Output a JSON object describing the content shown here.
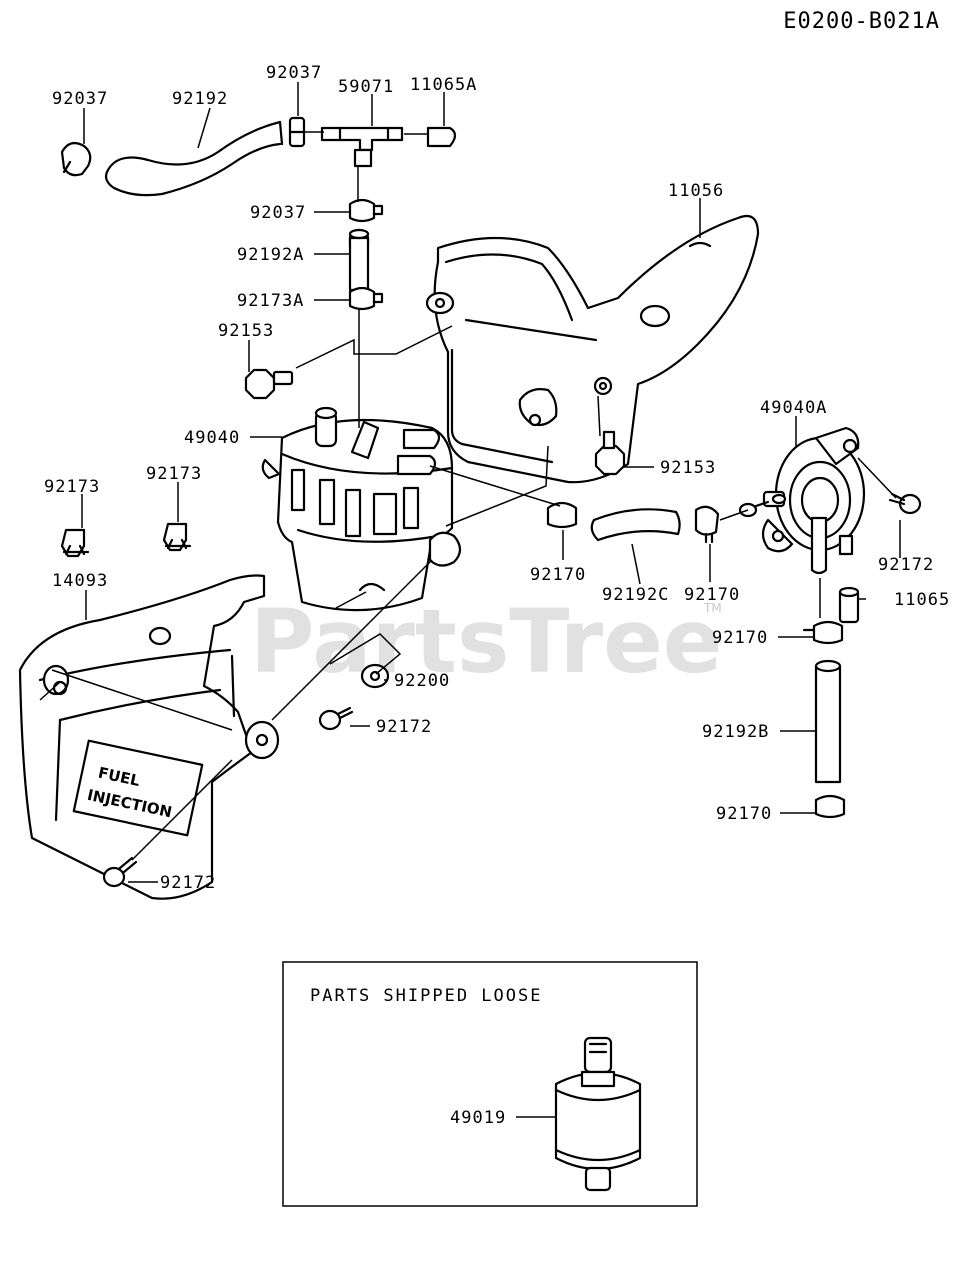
{
  "diagram_code": "E0200-B021A",
  "watermark": "PartsTree",
  "watermark_tm": "TM",
  "labels": {
    "l_92037_a": "92037",
    "l_92192": "92192",
    "l_92037_b": "92037",
    "l_59071": "59071",
    "l_11065A": "11065A",
    "l_92037_c": "92037",
    "l_92192A": "92192A",
    "l_92173A": "92173A",
    "l_92153_a": "92153",
    "l_11056": "11056",
    "l_49040": "49040",
    "l_92153_b": "92153",
    "l_49040A": "49040A",
    "l_92173_a": "92173",
    "l_92173_b": "92173",
    "l_92172_a": "92172",
    "l_14093": "14093",
    "l_92170_a": "92170",
    "l_92192C": "92192C",
    "l_92170_b": "92170",
    "l_11065": "11065",
    "l_92170_c": "92170",
    "l_92200": "92200",
    "l_92172_b": "92172",
    "l_92192B": "92192B",
    "l_92170_d": "92170",
    "l_92172_c": "92172",
    "l_49019": "49019"
  },
  "loose_box": {
    "title": "PARTS SHIPPED LOOSE"
  },
  "cover_stamp": {
    "line1": "FUEL",
    "line2": "INJECTION"
  }
}
